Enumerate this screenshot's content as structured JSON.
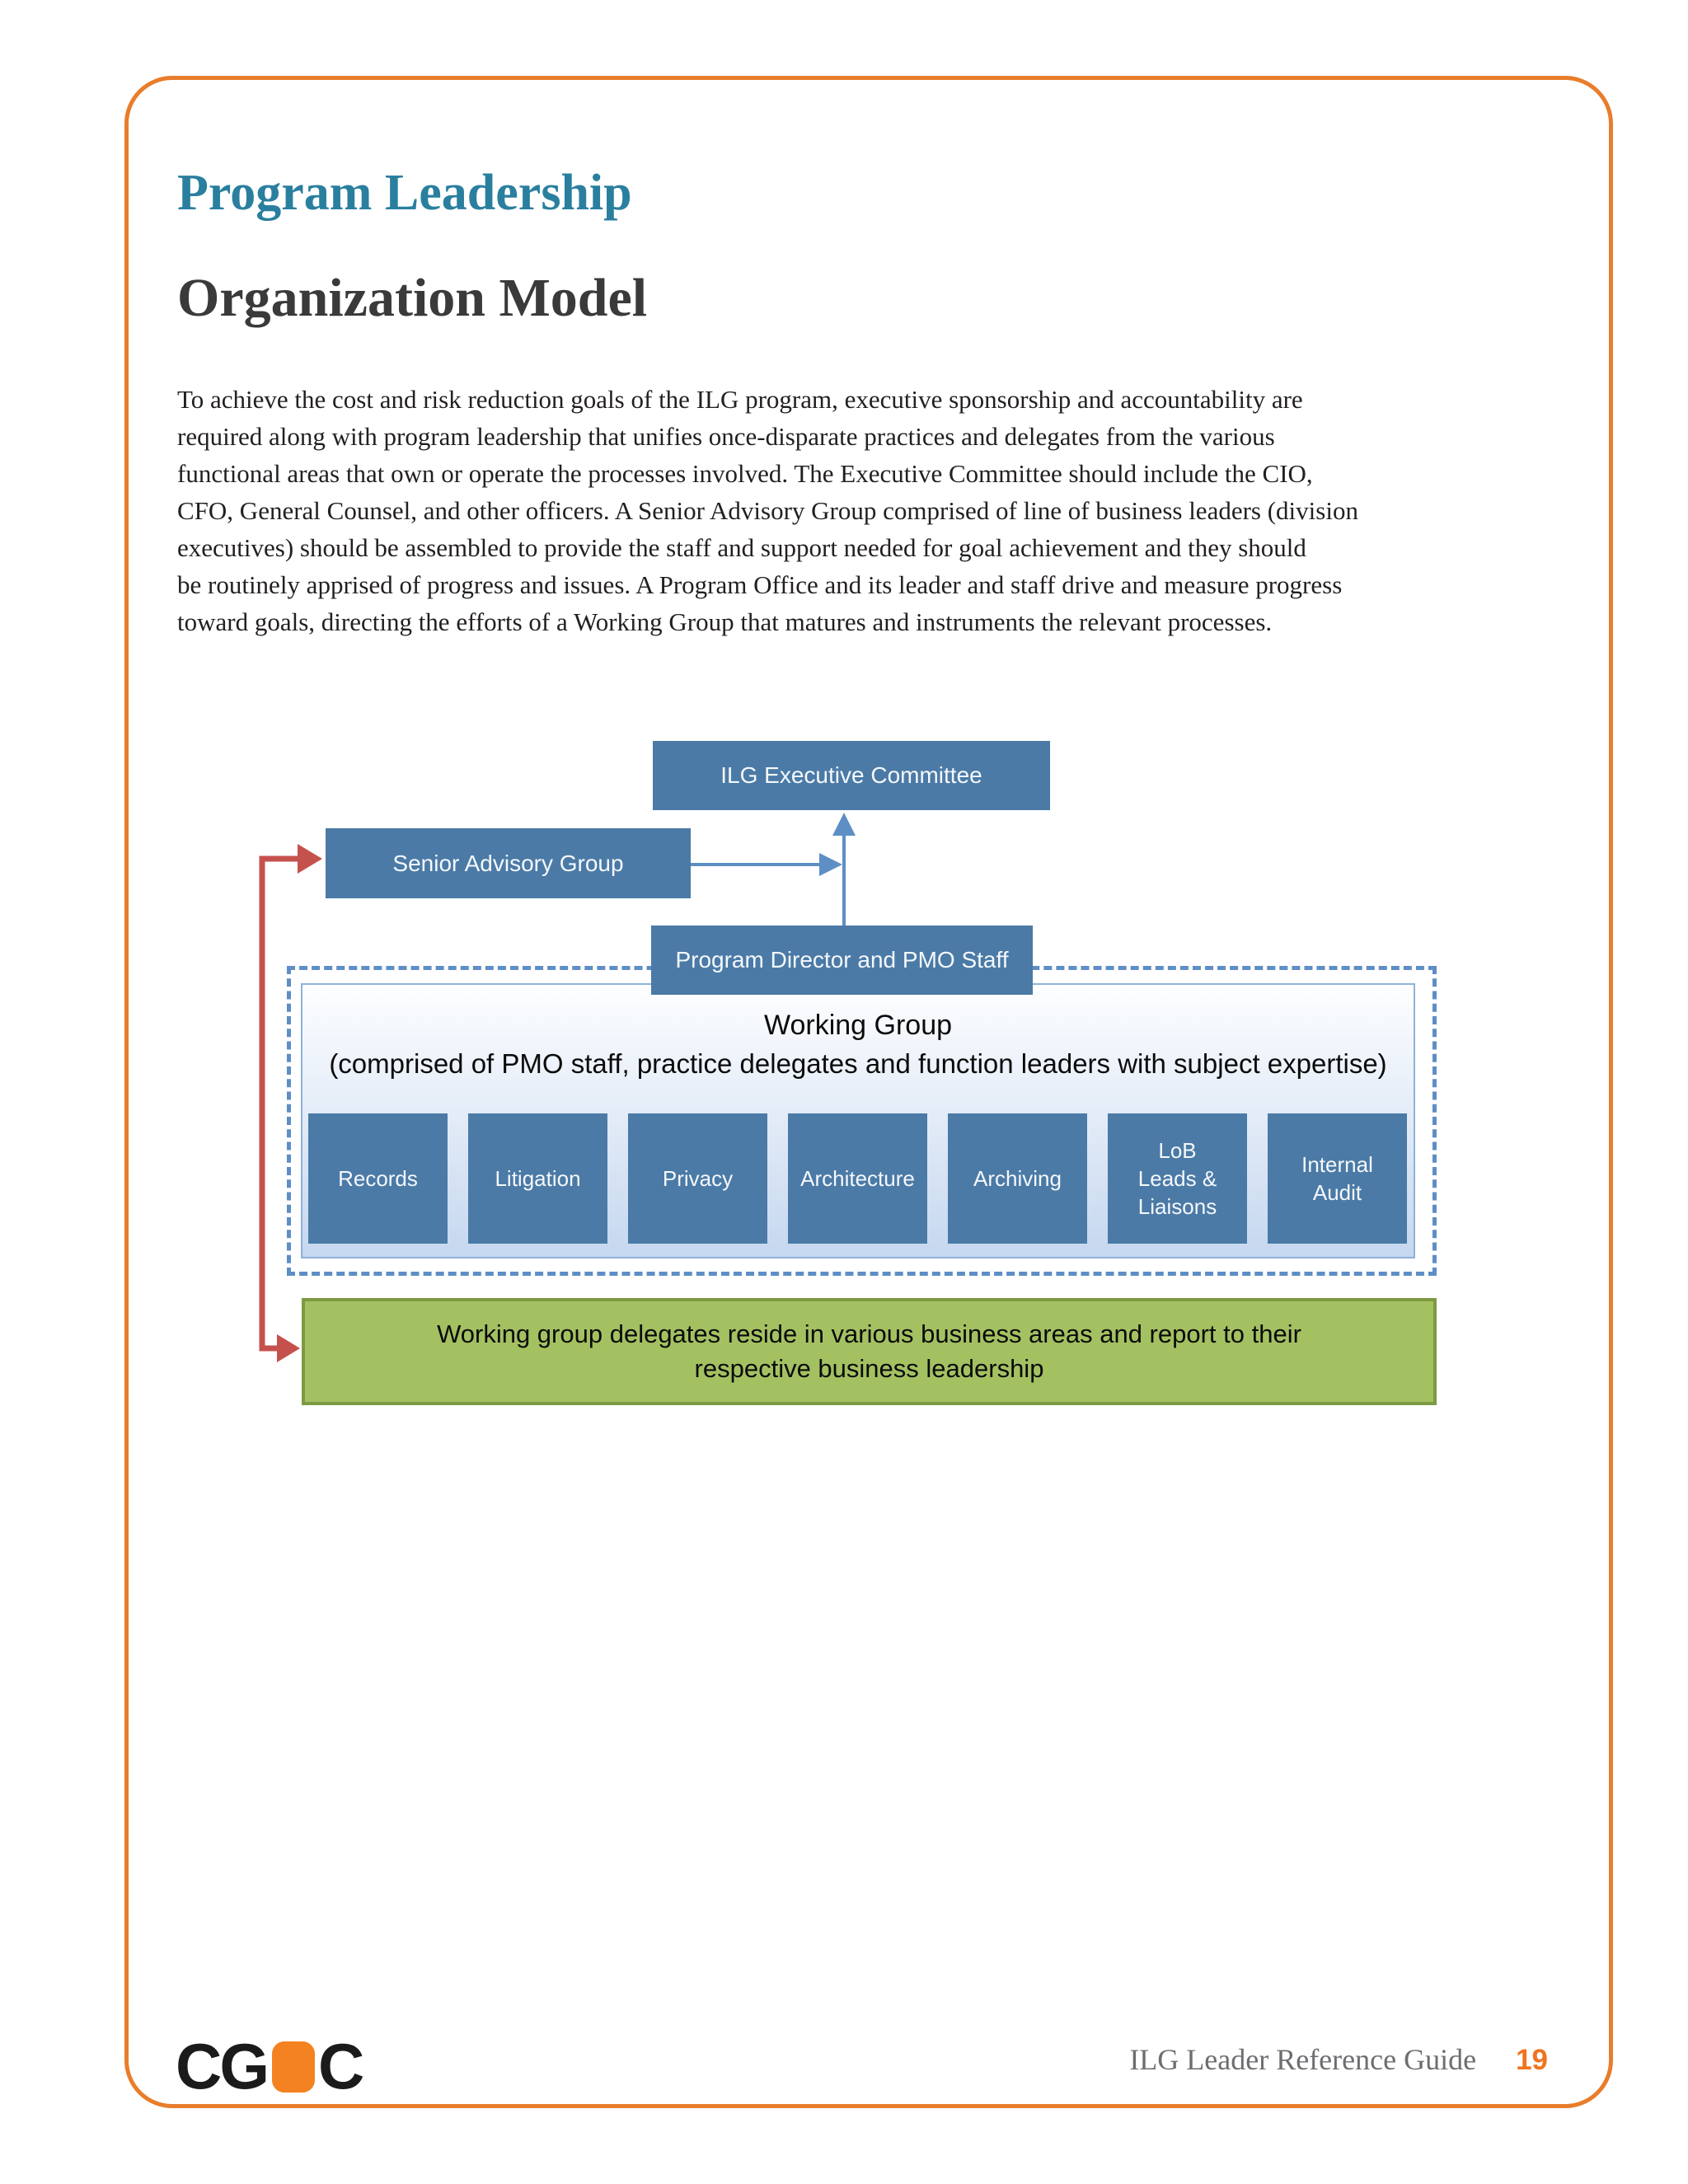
{
  "page": {
    "title": "Program Leadership",
    "section_heading": "Organization Model",
    "intro_paragraph": "To achieve the cost and risk reduction goals of the ILG program, executive sponsorship and accountability are\nrequired along with program leadership that unifies once-disparate practices and delegates from the various\nfunctional areas that own or operate the processes involved. The Executive Committee should include the CIO,\nCFO, General Counsel, and other officers. A Senior Advisory Group comprised of line of business leaders (division\nexecutives) should be assembled to provide the staff and support needed for goal achievement and they should\nbe routinely apprised of progress and issues. A Program Office and its leader and staff drive and measure progress\ntoward goals, directing the efforts of a Working Group that matures and instruments the relevant processes."
  },
  "diagram": {
    "executive_committee_label": "ILG Executive Committee",
    "senior_advisory_label": "Senior Advisory Group",
    "program_director_label": "Program Director and PMO Staff",
    "working_group": {
      "title": "Working Group",
      "subtitle": "(comprised of PMO staff, practice delegates and function leaders with subject expertise)",
      "members": [
        "Records",
        "Litigation",
        "Privacy",
        "Architecture",
        "Archiving",
        "LoB\nLeads &\nLiaisons",
        "Internal\nAudit"
      ]
    },
    "delegates_note": "Working group delegates reside in various business areas and report to their\nrespective business leadership"
  },
  "footer": {
    "logo_part1": "CG",
    "logo_part2": "C",
    "document_title": "ILG Leader Reference Guide",
    "page_number": "19"
  },
  "colors": {
    "frame_orange": "#E87D2B",
    "heading_teal": "#2A7F9F",
    "box_blue": "#4B7AA6",
    "connector_blue": "#5D8FC4",
    "connector_red": "#C5514D",
    "note_green": "#A4C162",
    "note_green_border": "#7D9A42",
    "page_number_orange": "#F0741F",
    "logo_orange": "#F58220"
  }
}
